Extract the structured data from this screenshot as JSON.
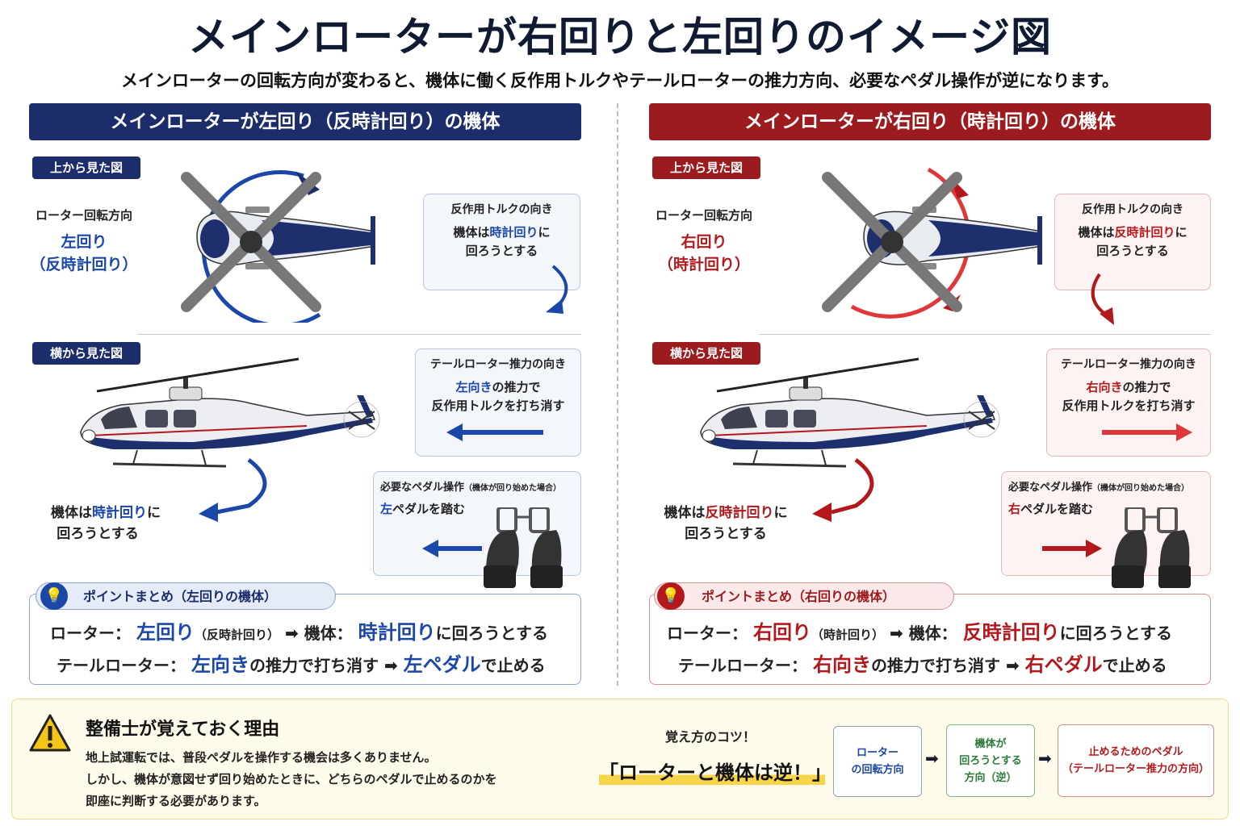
{
  "title": "メインローターが右回りと左回りのイメージ図",
  "subtitle": "メインローターの回転方向が変わると、機体に働く反作用トルクやテールローターの推力方向、必要なペダル操作が逆になります。",
  "left": {
    "header": "メインローターが左回り（反時計回り）の機体",
    "top_tag": "上から見た図",
    "rotor_dir_label": "ローター回転方向",
    "rotor_dir_main": "左回り",
    "rotor_dir_sub": "（反時計回り）",
    "torque_box": {
      "heading": "反作用トルクの向き",
      "pre": "機体は",
      "em": "時計回り",
      "post": "に",
      "line2": "回ろうとする"
    },
    "side_tag": "横から見た図",
    "tail_box": {
      "heading": "テールローター推力の向き",
      "em": "左向き",
      "post": "の推力で",
      "line2": "反作用トルクを打ち消す"
    },
    "body_note": {
      "pre": "機体は",
      "em": "時計回り",
      "post": "に",
      "line2": "回ろうとする"
    },
    "pedal_box": {
      "heading": "必要なペダル操作",
      "heading_sub": "（機体が回り始めた場合）",
      "em": "左",
      "post": "ペダルを踏む"
    },
    "summary": {
      "tab": "ポイントまとめ（左回りの機体）",
      "l1_a": "ローター：",
      "l1_b": "左回り",
      "l1_c": "（反時計回り）",
      "l1_d": "機体：",
      "l1_e": "時計回り",
      "l1_f": "に回ろうとする",
      "l2_a": "テールローター：",
      "l2_b": "左向き",
      "l2_c": "の推力で打ち消す",
      "l2_d": "左ペダル",
      "l2_e": "で止める"
    }
  },
  "right": {
    "header": "メインローターが右回り（時計回り）の機体",
    "top_tag": "上から見た図",
    "rotor_dir_label": "ローター回転方向",
    "rotor_dir_main": "右回り",
    "rotor_dir_sub": "（時計回り）",
    "torque_box": {
      "heading": "反作用トルクの向き",
      "pre": "機体は",
      "em": "反時計回り",
      "post": "に",
      "line2": "回ろうとする"
    },
    "side_tag": "横から見た図",
    "tail_box": {
      "heading": "テールローター推力の向き",
      "em": "右向き",
      "post": "の推力で",
      "line2": "反作用トルクを打ち消す"
    },
    "body_note": {
      "pre": "機体は",
      "em": "反時計回り",
      "post": "に",
      "line2": "回ろうとする"
    },
    "pedal_box": {
      "heading": "必要なペダル操作",
      "heading_sub": "（機体が回り始めた場合）",
      "em": "右",
      "post": "ペダルを踏む"
    },
    "summary": {
      "tab": "ポイントまとめ（右回りの機体）",
      "l1_a": "ローター：",
      "l1_b": "右回り",
      "l1_c": "（時計回り）",
      "l1_d": "機体：",
      "l1_e": "反時計回り",
      "l1_f": "に回ろうとする",
      "l2_a": "テールローター：",
      "l2_b": "右向き",
      "l2_c": "の推力で打ち消す",
      "l2_d": "右ペダル",
      "l2_e": "で止める"
    }
  },
  "bottom": {
    "heading": "整備士が覚えておく理由",
    "p1": "地上試運転では、普段ペダルを操作する機会は多くありません。",
    "p2": "しかし、機体が意図せず回り始めたときに、どちらのペダルで止めるのかを",
    "p3": "即座に判断する必要があります。",
    "tip_label": "覚え方のコツ！",
    "tip_main": "「ローターと機体は逆！」",
    "flow1_l1": "ローター",
    "flow1_l2": "の回転方向",
    "flow2_l1": "機体が",
    "flow2_l2": "回ろうとする",
    "flow2_l3": "方向（逆）",
    "flow3_l1": "止めるためのペダル",
    "flow3_l2": "（テールローター推力の方向）"
  },
  "colors": {
    "navy": "#1b2d6b",
    "blue": "#1b47a8",
    "red": "#b3191c",
    "darkred": "#9c1b1e"
  },
  "icons": [
    "warning-icon",
    "lightbulb-icon",
    "arrow-right-icon",
    "helicopter-top-view",
    "helicopter-side-view",
    "pedal-icon"
  ]
}
